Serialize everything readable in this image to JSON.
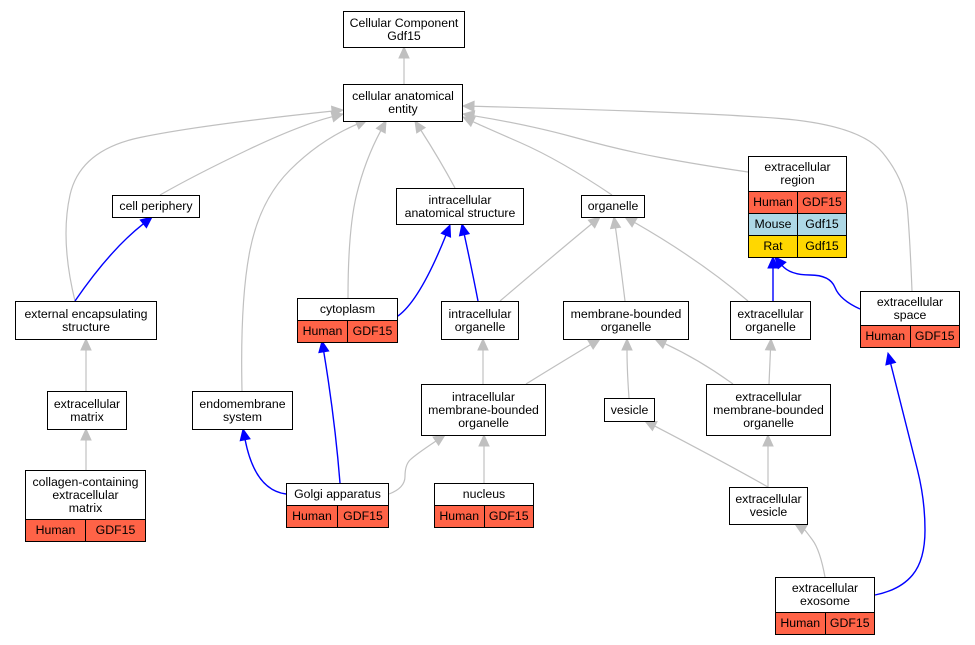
{
  "colors": {
    "human": "#ff6347",
    "mouse": "#add8e6",
    "rat": "#ffd700",
    "edge_grey": "#c0c0c0",
    "edge_blue": "#0000ff"
  },
  "nodes": {
    "root": {
      "title": "Cellular Component\nGdf15",
      "rows": []
    },
    "cae": {
      "title": "cellular anatomical\nentity",
      "rows": []
    },
    "cell_periphery": {
      "title": "cell periphery",
      "rows": []
    },
    "ias": {
      "title": "intracellular\nanatomical structure",
      "rows": []
    },
    "organelle": {
      "title": "organelle",
      "rows": []
    },
    "ecr": {
      "title": "extracellular\nregion",
      "rows": [
        {
          "species": "Human",
          "gene": "GDF15",
          "color": "human"
        },
        {
          "species": "Mouse",
          "gene": "Gdf15",
          "color": "mouse"
        },
        {
          "species": "Rat",
          "gene": "Gdf15",
          "color": "rat"
        }
      ]
    },
    "ees": {
      "title": "external encapsulating\nstructure",
      "rows": []
    },
    "cytoplasm": {
      "title": "cytoplasm",
      "rows": [
        {
          "species": "Human",
          "gene": "GDF15",
          "color": "human"
        }
      ]
    },
    "io": {
      "title": "intracellular\norganelle",
      "rows": []
    },
    "mbo": {
      "title": "membrane-bounded\norganelle",
      "rows": []
    },
    "eco": {
      "title": "extracellular\norganelle",
      "rows": []
    },
    "ecs": {
      "title": "extracellular\nspace",
      "rows": [
        {
          "species": "Human",
          "gene": "GDF15",
          "color": "human"
        }
      ]
    },
    "ecm": {
      "title": "extracellular\nmatrix",
      "rows": []
    },
    "endo": {
      "title": "endomembrane\nsystem",
      "rows": []
    },
    "imbo": {
      "title": "intracellular\nmembrane-bounded\norganelle",
      "rows": []
    },
    "vesicle": {
      "title": "vesicle",
      "rows": []
    },
    "embo": {
      "title": "extracellular\nmembrane-bounded\norganelle",
      "rows": []
    },
    "ccecm": {
      "title": "collagen-containing\nextracellular\nmatrix",
      "rows": [
        {
          "species": "Human",
          "gene": "GDF15",
          "color": "human"
        }
      ]
    },
    "golgi": {
      "title": "Golgi apparatus",
      "rows": [
        {
          "species": "Human",
          "gene": "GDF15",
          "color": "human"
        }
      ]
    },
    "nucleus": {
      "title": "nucleus",
      "rows": [
        {
          "species": "Human",
          "gene": "GDF15",
          "color": "human"
        }
      ]
    },
    "ecv": {
      "title": "extracellular\nvesicle",
      "rows": []
    },
    "exo": {
      "title": "extracellular\nexosome",
      "rows": [
        {
          "species": "Human",
          "gene": "GDF15",
          "color": "human"
        }
      ]
    }
  },
  "edges": [
    {
      "from": "cae",
      "to": "root",
      "kind": "grey"
    },
    {
      "from": "cell_periphery",
      "to": "cae",
      "kind": "grey"
    },
    {
      "from": "ees",
      "to": "cae",
      "kind": "grey"
    },
    {
      "from": "endo",
      "to": "cae",
      "kind": "grey"
    },
    {
      "from": "cytoplasm",
      "to": "cae",
      "kind": "grey"
    },
    {
      "from": "ias",
      "to": "cae",
      "kind": "grey"
    },
    {
      "from": "organelle",
      "to": "cae",
      "kind": "grey"
    },
    {
      "from": "ecr",
      "to": "cae",
      "kind": "grey"
    },
    {
      "from": "ecs",
      "to": "cae",
      "kind": "grey"
    },
    {
      "from": "ees",
      "to": "cell_periphery",
      "kind": "blue"
    },
    {
      "from": "cytoplasm",
      "to": "ias",
      "kind": "blue"
    },
    {
      "from": "io",
      "to": "ias",
      "kind": "blue"
    },
    {
      "from": "io",
      "to": "organelle",
      "kind": "grey"
    },
    {
      "from": "mbo",
      "to": "organelle",
      "kind": "grey"
    },
    {
      "from": "eco",
      "to": "organelle",
      "kind": "grey"
    },
    {
      "from": "eco",
      "to": "ecr",
      "kind": "blue"
    },
    {
      "from": "ecs",
      "to": "ecr",
      "kind": "blue"
    },
    {
      "from": "ecm",
      "to": "ees",
      "kind": "grey"
    },
    {
      "from": "ccecm",
      "to": "ecm",
      "kind": "grey"
    },
    {
      "from": "golgi",
      "to": "endo",
      "kind": "blue"
    },
    {
      "from": "golgi",
      "to": "cytoplasm",
      "kind": "blue"
    },
    {
      "from": "golgi",
      "to": "imbo",
      "kind": "grey"
    },
    {
      "from": "imbo",
      "to": "io",
      "kind": "grey"
    },
    {
      "from": "imbo",
      "to": "mbo",
      "kind": "grey"
    },
    {
      "from": "vesicle",
      "to": "mbo",
      "kind": "grey"
    },
    {
      "from": "embo",
      "to": "mbo",
      "kind": "grey"
    },
    {
      "from": "embo",
      "to": "eco",
      "kind": "grey"
    },
    {
      "from": "nucleus",
      "to": "imbo",
      "kind": "grey"
    },
    {
      "from": "ecv",
      "to": "vesicle",
      "kind": "grey"
    },
    {
      "from": "ecv",
      "to": "embo",
      "kind": "grey"
    },
    {
      "from": "exo",
      "to": "ecv",
      "kind": "grey"
    },
    {
      "from": "exo",
      "to": "ecs",
      "kind": "blue"
    }
  ]
}
